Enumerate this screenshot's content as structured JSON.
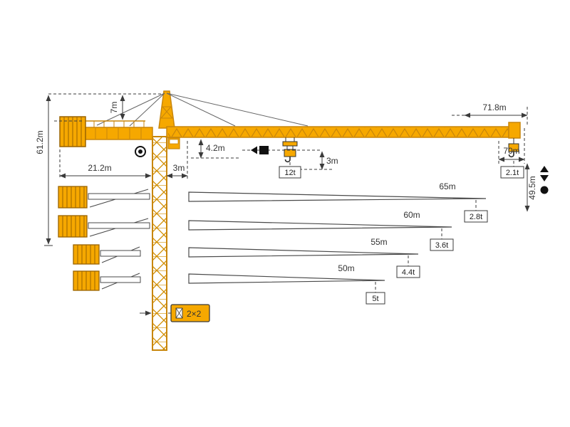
{
  "labels": {
    "jib_length_total": "71.8m",
    "tip_radius": "70m",
    "tip_capacity": "2.1t",
    "max_hook_height": "61.2m",
    "cat_head_height": "7m",
    "counter_jib_radius": "21.2m",
    "min_radius": "3m",
    "jib_foot_height": "4.2m",
    "hook_clearance": "3m",
    "max_capacity": "12t",
    "secondary_hook_height": "49.5m",
    "mast_section": "2×2"
  },
  "jib_options": [
    {
      "length": "65m",
      "tip_capacity": "2.8t"
    },
    {
      "length": "60m",
      "tip_capacity": "3.6t"
    },
    {
      "length": "55m",
      "tip_capacity": "4.4t"
    },
    {
      "length": "50m",
      "tip_capacity": "5t"
    }
  ],
  "colors": {
    "crane_fill": "#F6A800",
    "crane_outline": "#C8860B",
    "dimension_line": "#3B3B3B"
  }
}
